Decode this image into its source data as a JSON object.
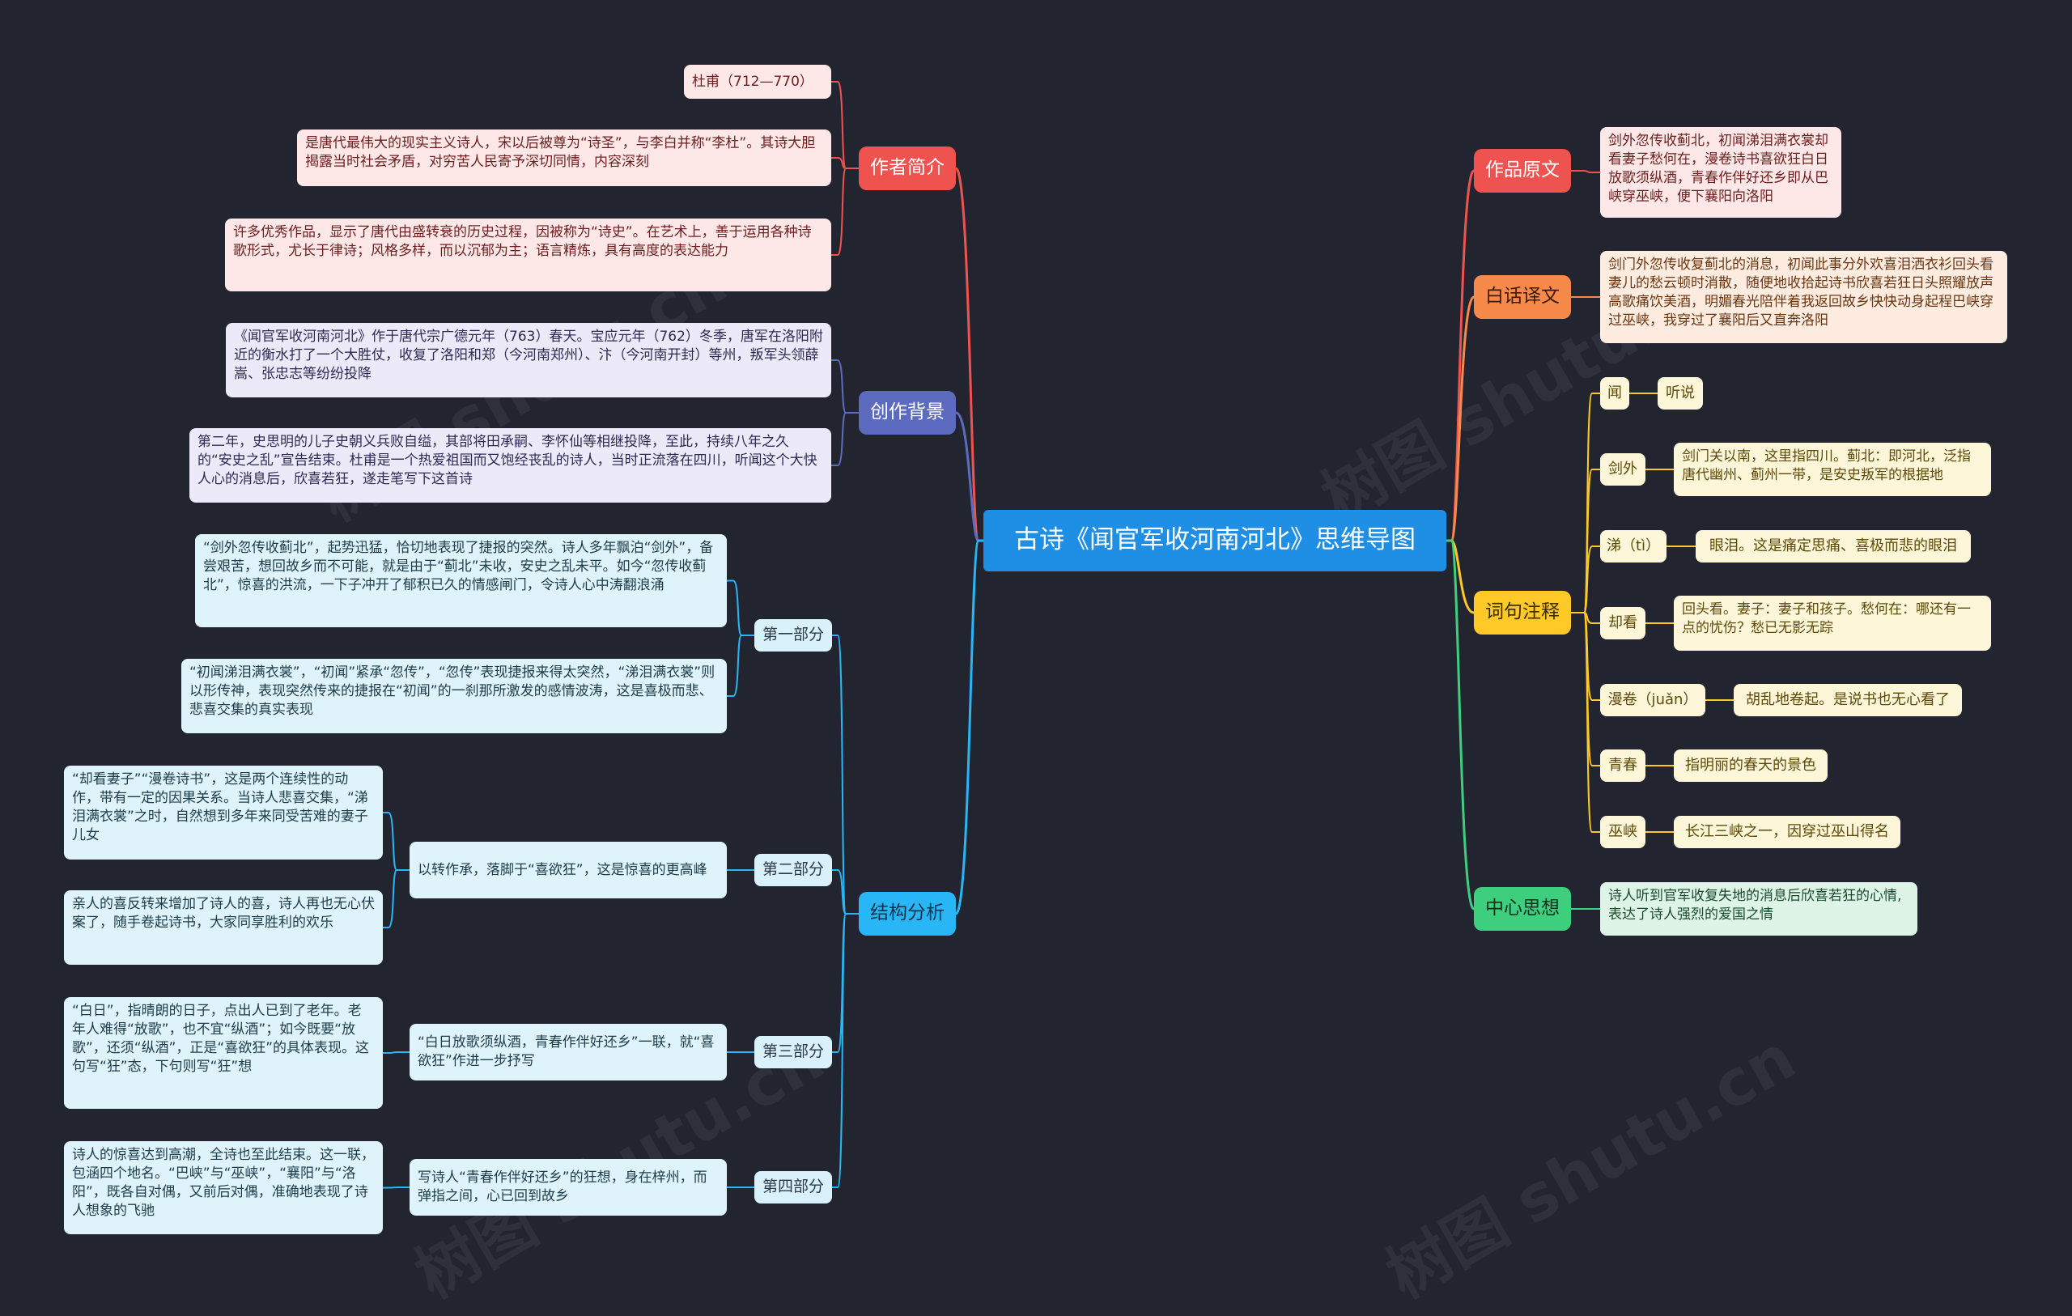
{
  "root": "古诗《闻官军收河南河北》思维导图",
  "colors": {
    "background": "#222530",
    "root": "#1f8fe6",
    "author": "#ef5350",
    "background_branch": "#5c6bc0",
    "structure": "#29b6f6",
    "original": "#ef5350",
    "translation": "#f7894a",
    "notes": "#ffca28",
    "theme": "#3ecf7e"
  },
  "branches": {
    "author": {
      "label": "作者简介",
      "leaves": [
        "杜甫（712—770）",
        "是唐代最伟大的现实主义诗人，宋以后被尊为“诗圣”，与李白并称“李杜”。其诗大胆揭露当时社会矛盾，对穷苦人民寄予深切同情，内容深刻",
        "许多优秀作品，显示了唐代由盛转衰的历史过程，因被称为“诗史”。在艺术上，善于运用各种诗歌形式，尤长于律诗；风格多样，而以沉郁为主；语言精炼，具有高度的表达能力"
      ]
    },
    "background": {
      "label": "创作背景",
      "leaves": [
        "《闻官军收河南河北》作于唐代宗广德元年（763）春天。宝应元年（762）冬季，唐军在洛阳附近的衡水打了一个大胜仗，收复了洛阳和郑（今河南郑州）、汴（今河南开封）等州，叛军头领薛嵩、张忠志等纷纷投降",
        "第二年，史思明的儿子史朝义兵败自缢，其部将田承嗣、李怀仙等相继投降，至此，持续八年之久的“安史之乱”宣告结束。杜甫是一个热爱祖国而又饱经丧乱的诗人，当时正流落在四川，听闻这个大快人心的消息后，欣喜若狂，遂走笔写下这首诗"
      ]
    },
    "structure": {
      "label": "结构分析",
      "parts": [
        {
          "label": "第一部分",
          "leaves": [
            "“剑外忽传收蓟北”，起势迅猛，恰切地表现了捷报的突然。诗人多年飘泊“剑外”，备尝艰苦，想回故乡而不可能，就是由于“蓟北”未收，安史之乱未平。如今“忽传收蓟北”，惊喜的洪流，一下子冲开了郁积已久的情感闸门，令诗人心中涛翻浪涌",
            "“初闻涕泪满衣裳”，“初闻”紧承“忽传”，“忽传”表现捷报来得太突然，“涕泪满衣裳”则以形传神，表现突然传来的捷报在“初闻”的一刹那所激发的感情波涛，这是喜极而悲、悲喜交集的真实表现"
          ]
        },
        {
          "label": "第二部分",
          "mid": "以转作承，落脚于“喜欲狂”，这是惊喜的更高峰",
          "leaves": [
            "“却看妻子”“漫卷诗书”，这是两个连续性的动作，带有一定的因果关系。当诗人悲喜交集，“涕泪满衣裳”之时，自然想到多年来同受苦难的妻子儿女",
            "亲人的喜反转来增加了诗人的喜，诗人再也无心伏案了，随手卷起诗书，大家同享胜利的欢乐"
          ]
        },
        {
          "label": "第三部分",
          "mid": "“白日放歌须纵酒，青春作伴好还乡”一联，就“喜欲狂”作进一步抒写",
          "leaves": [
            "“白日”，指晴朗的日子，点出人已到了老年。老年人难得“放歌”，也不宜“纵酒”；如今既要“放歌”，还须“纵酒”，正是“喜欲狂”的具体表现。这句写“狂”态，下句则写“狂”想"
          ]
        },
        {
          "label": "第四部分",
          "mid": "写诗人“青春作伴好还乡”的狂想，身在梓州，而弹指之间，心已回到故乡",
          "leaves": [
            "诗人的惊喜达到高潮，全诗也至此结束。这一联，包涵四个地名。“巴峡”与“巫峡”，“襄阳”与“洛阳”，既各自对偶，又前后对偶，准确地表现了诗人想象的飞驰"
          ]
        }
      ]
    },
    "original": {
      "label": "作品原文",
      "text": "剑外忽传收蓟北，初闻涕泪满衣裳却看妻子愁何在，漫卷诗书喜欲狂白日放歌须纵酒，青春作伴好还乡即从巴峡穿巫峡，便下襄阳向洛阳"
    },
    "translation": {
      "label": "白话译文",
      "text": "剑门外忽传收复蓟北的消息，初闻此事分外欢喜泪洒衣衫回头看妻儿的愁云顿时消散，随便地收拾起诗书欣喜若狂日头照耀放声高歌痛饮美酒，明媚春光陪伴着我返回故乡快快动身起程巴峡穿过巫峡，我穿过了襄阳后又直奔洛阳"
    },
    "notes": {
      "label": "词句注释",
      "items": [
        {
          "term": "闻",
          "def": "听说"
        },
        {
          "term": "剑外",
          "def": "剑门关以南，这里指四川。蓟北：即河北，泛指唐代幽州、蓟州一带，是安史叛军的根据地"
        },
        {
          "term": "涕（tì）",
          "def": "眼泪。这是痛定思痛、喜极而悲的眼泪"
        },
        {
          "term": "却看",
          "def": "回头看。妻子：妻子和孩子。愁何在：哪还有一点的忧伤？愁已无影无踪"
        },
        {
          "term": "漫卷（juǎn）",
          "def": "胡乱地卷起。是说书也无心看了"
        },
        {
          "term": "青春",
          "def": "指明丽的春天的景色"
        },
        {
          "term": "巫峡",
          "def": "长江三峡之一，因穿过巫山得名"
        }
      ]
    },
    "theme": {
      "label": "中心思想",
      "text": "诗人听到官军收复失地的消息后欣喜若狂的心情,表达了诗人强烈的爱国之情"
    }
  },
  "watermark": "树图 shutu.cn"
}
